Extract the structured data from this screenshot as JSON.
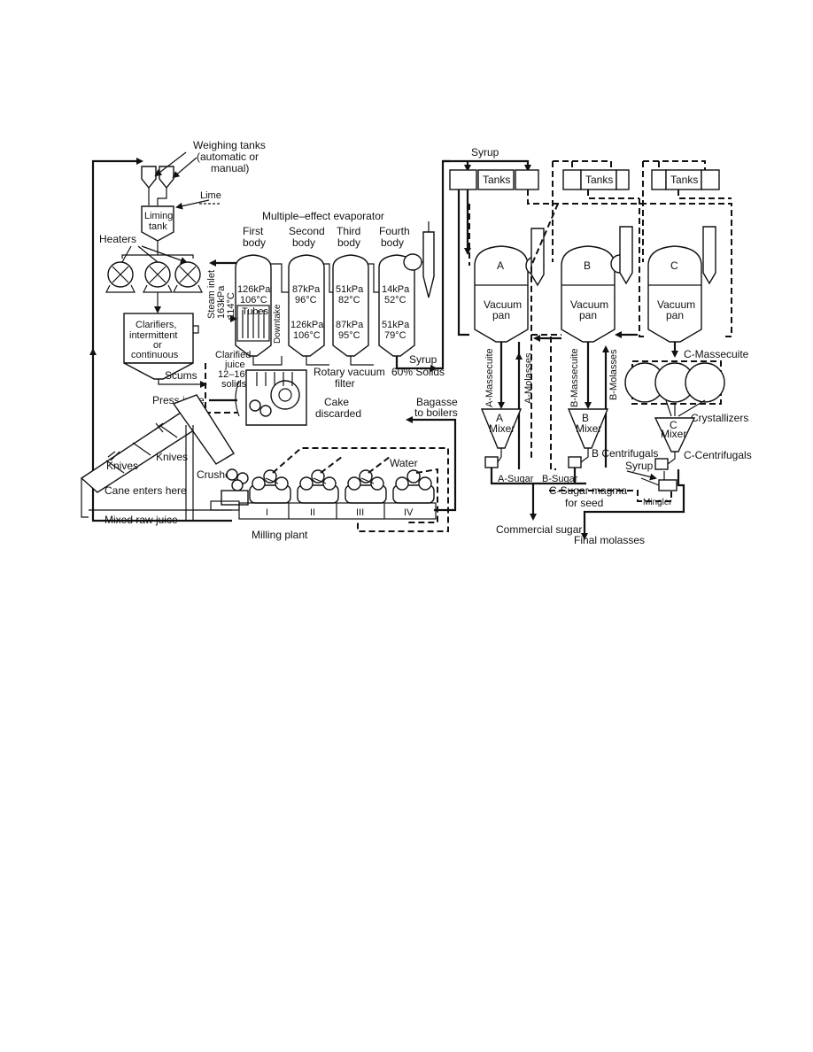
{
  "labels": {
    "weighing": "Weighing tanks",
    "weighing2": "(automatic or",
    "weighing3": "manual)",
    "lime": "Lime",
    "liming": "Liming",
    "liming2": "tank",
    "heaters": "Heaters",
    "clarifiers": "Clarifiers,",
    "clarifiers2": "intermittent",
    "clarifiers3": "or",
    "clarifiers4": "continuous",
    "scums": "Scums",
    "press_juice": "Press juice",
    "evaporator": "Multiple–effect evaporator",
    "first": "First",
    "second": "Second",
    "third": "Third",
    "fourth": "Fourth",
    "body": "body",
    "b1p": "126kPa",
    "b1t": "106°C",
    "tubes": "Tubes",
    "b2p": "87kPa",
    "b2t": "96°C",
    "b2p2": "126kPa",
    "b2t2": "106°C",
    "b3p": "51kPa",
    "b3t": "82°C",
    "b3p2": "87kPa",
    "b3t2": "95°C",
    "b4p": "14kPa",
    "b4t": "52°C",
    "b4p2": "51kPa",
    "b4t2": "79°C",
    "steam": "Steam inlet",
    "steam2": "163kPa",
    "steam3": "114°C",
    "downtake": "Downtake",
    "clarified": "Clarified",
    "clarified2": "juice",
    "clarified3": "12–16%",
    "clarified4": "solids",
    "rotary": "Rotary vacuum",
    "rotary2": "filter",
    "cake": "Cake",
    "cake2": "discarded",
    "syrup_evap": "Syrup",
    "solids": "60% Solids",
    "bagasse": "Bagasse",
    "bagasse2": "to boilers",
    "knives1": "Knives",
    "knives2": "Knives",
    "crusher": "Crusher",
    "cane": "Cane enters here",
    "water": "Water",
    "mill1": "I",
    "mill2": "II",
    "mill3": "III",
    "mill4": "IV",
    "mixed": "Mixed raw juice",
    "milling": "Milling plant",
    "syrup_top": "Syrup",
    "tanks": "Tanks",
    "pan_a": "A",
    "pan_b": "B",
    "pan_c": "C",
    "vacuum": "Vacuum",
    "pan": "pan",
    "a_mass": "A-Massecuite",
    "a_mol": "A-Molasses",
    "b_mass": "B-Massecuite",
    "b_mol": "B-Molasses",
    "c_mass": "C-Massecuite",
    "crystallizers": "Crystallizers",
    "mixer": "Mixer",
    "b_cent": "B Centrifugals",
    "c_cent": "C-Centrifugals",
    "syrup_c": "Syrup",
    "a_sugar": "A-Sugar",
    "b_sugar": "B-Sugar",
    "c_magma": "C-Sugar magma",
    "c_magma2": "for seed",
    "mingler": "Mingler",
    "commercial": "Commercial sugar",
    "final": "Final molasses"
  }
}
